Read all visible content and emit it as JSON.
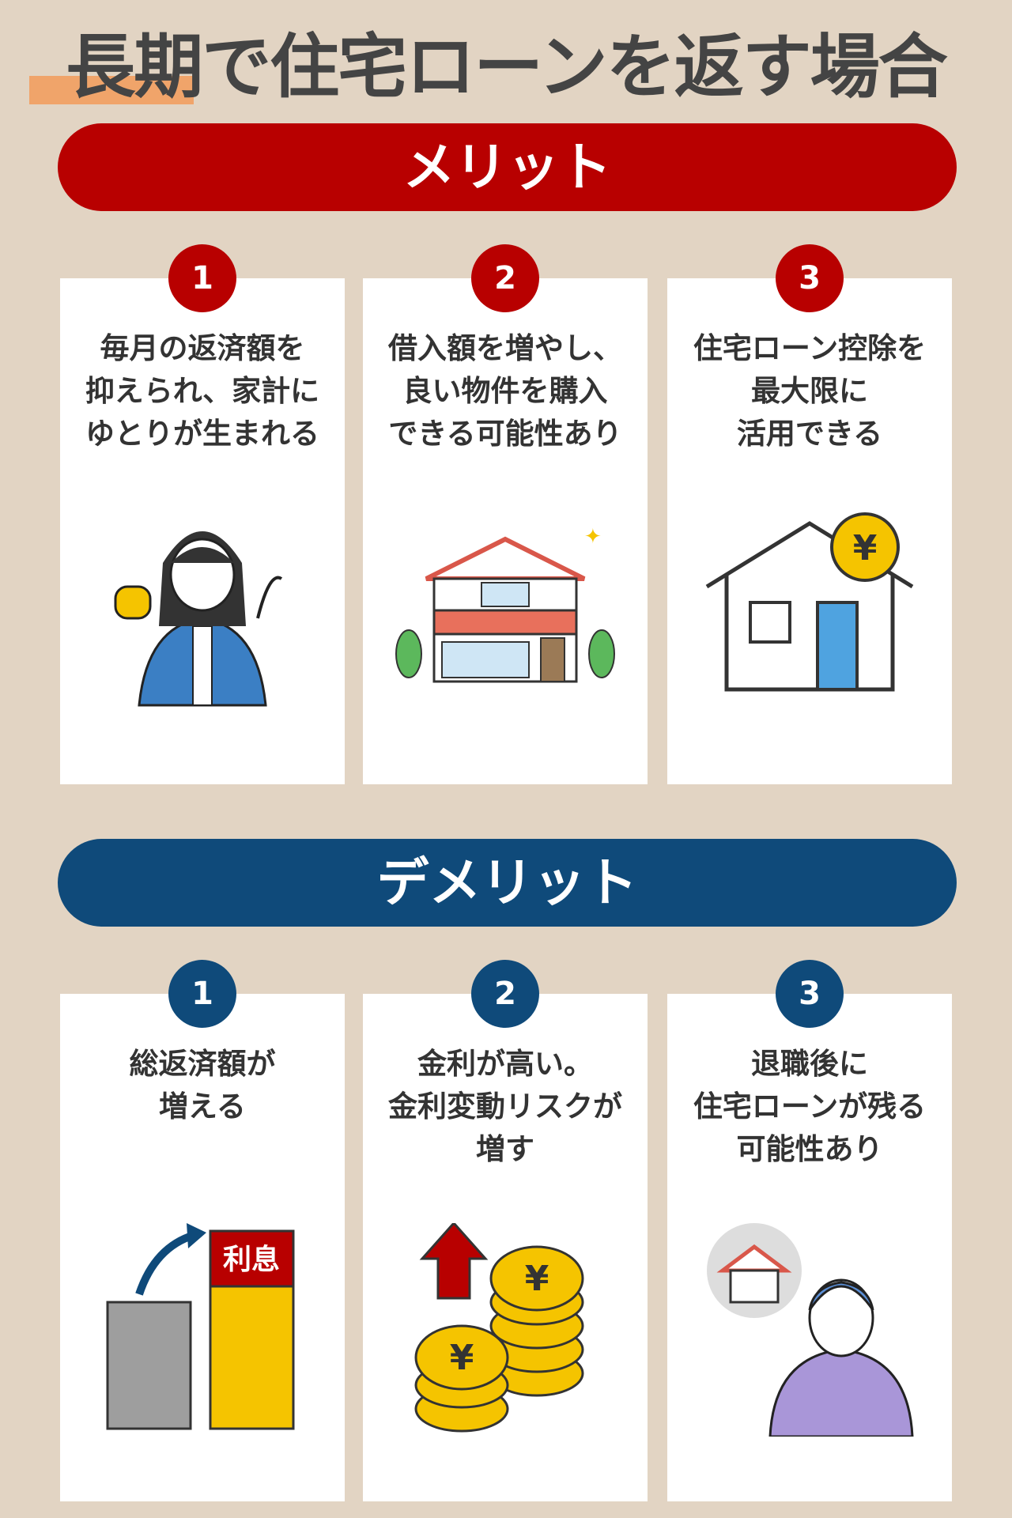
{
  "title": "長期で住宅ローンを返す場合",
  "merit": {
    "label": "メリット",
    "items": [
      {
        "num": "1",
        "text": "毎月の返済額を\n抑えられ、家計に\nゆとりが生まれる",
        "icon": "woman-with-purse-icon"
      },
      {
        "num": "2",
        "text": "借入額を増やし、\n良い物件を購入\nできる可能性あり",
        "icon": "house-icon"
      },
      {
        "num": "3",
        "text": "住宅ローン控除を\n最大限に\n活用できる",
        "icon": "house-yen-icon"
      }
    ]
  },
  "demerit": {
    "label": "デメリット",
    "items": [
      {
        "num": "1",
        "text": "総返済額が\n増える",
        "icon": "bar-increase-icon",
        "bar_label": "利息"
      },
      {
        "num": "2",
        "text": "金利が高い。\n金利変動リスクが\n増す",
        "icon": "yen-coins-up-icon"
      },
      {
        "num": "3",
        "text": "退職後に\n住宅ローンが残る\n可能性あり",
        "icon": "worried-man-icon"
      }
    ]
  },
  "colors": {
    "merit": "#b80000",
    "demerit": "#0f4a7a",
    "background": "#e2d4c3"
  }
}
